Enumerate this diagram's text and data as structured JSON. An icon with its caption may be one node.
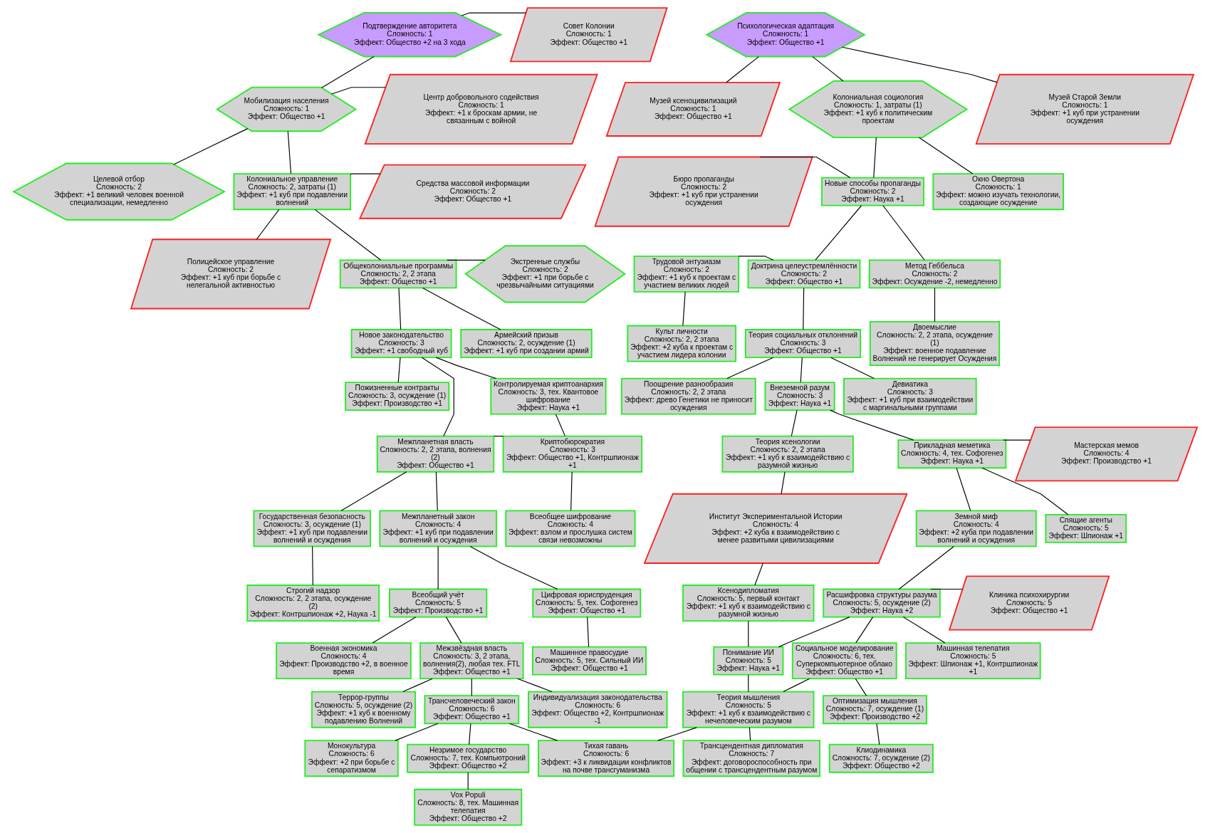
{
  "diagram": {
    "nodes": [
      {
        "text": [
          "Подтверждение авторитета",
          "Сложность: 1",
          "Эффект: Общество +2 на 3 хода"
        ]
      },
      {
        "text": [
          "Совет Колонии",
          "Сложность: 1",
          "Эффект: Общество +1"
        ]
      },
      {
        "text": [
          "Мобилизация населения",
          "Сложность: 1",
          "Эффект: Общество +1"
        ]
      },
      {
        "text": [
          "Центр добровольного содействия",
          "Сложность: 1",
          "Эффект: +1 к броскам армии, не связанным с войной"
        ]
      },
      {
        "text": [
          "Целевой отбор",
          "Сложность: 2",
          "Эффект: +1 великий человек военной специализации, немедленно"
        ]
      },
      {
        "text": [
          "Колониальное управление",
          "Сложность: 2, затраты (1)",
          "Эффект: +1 куб при подавлении волнений"
        ]
      },
      {
        "text": [
          "Средства массовой информации",
          "Сложность: 2",
          "Эффект: Общество +1"
        ]
      },
      {
        "text": [
          "Полицейское управление",
          "Сложность: 2",
          "Эффект: +1 куб при борьбе с нелегальной активностью"
        ]
      },
      {
        "text": [
          "Общеколониальные программы",
          "Сложность: 2, 2 этапа",
          "Эффект: Общество +1"
        ]
      },
      {
        "text": [
          "Экстренные службы",
          "Сложность: 2",
          "Эффект: +1 при борьбе с чрезвычайными ситуациями"
        ]
      },
      {
        "text": [
          "Новое законодательство",
          "Сложность: 3",
          "Эффект: +1 свободный куб"
        ]
      },
      {
        "text": [
          "Армейский призыв",
          "Сложность: 2, осуждение (1)",
          "Эффект: +1 куб при создании армий"
        ]
      },
      {
        "text": [
          "Пожизненные контракты",
          "Сложность: 3, осуждение (1)",
          "Эффект: Производство +1"
        ]
      },
      {
        "text": [
          "Контролируемая криптоанархия",
          "Сложность: 3, тех. Квантовое шифрование",
          "Эффект: Наука +1"
        ]
      },
      {
        "text": [
          "Межпланетная власть",
          "Сложность: 2, 2 этапа, волнения (2)",
          "Эффект: Общество +1"
        ]
      },
      {
        "text": [
          "Криптобюрократия",
          "Сложность: 3",
          "Эффект: Общество +1, Контршпионаж +1"
        ]
      },
      {
        "text": [
          "Государственная безопасность",
          "Сложность: 3, осуждение (1)",
          "Эффект: +1 куб при подавлении волнений и осуждения"
        ]
      },
      {
        "text": [
          "Межпланетный закон",
          "Сложность: 4",
          "Эффект: +1 куб при подавлении волнений и осуждения"
        ]
      },
      {
        "text": [
          "Всеобщее шифрование",
          "Сложность: 4",
          "Эффект: взлом и прослушка систем связи невозможны"
        ]
      },
      {
        "text": [
          "Строгий надзор",
          "Сложность: 2, 2 этапа, осуждение (2)",
          "Эффект: Контршпионаж +2, Наука -1"
        ]
      },
      {
        "text": [
          "Всеобщий учёт",
          "Сложность: 5",
          "Эффект: Производство +1"
        ]
      },
      {
        "text": [
          "Цифровая юриспруденция",
          "Сложность: 5, тех. Софогенез",
          "Эффект: Общество +1"
        ]
      },
      {
        "text": [
          "Военная экономика",
          "Сложность: 4",
          "Эффект: Производство +2, в военное время"
        ]
      },
      {
        "text": [
          "Межзвёздная власть",
          "Сложность: 3, 2 этапа, волнения(2), любая тех. FTL",
          "Эффект: Общество +1"
        ]
      },
      {
        "text": [
          "Машинное правосудие",
          "Сложность: 5, тех. Сильный ИИ",
          "Эффект: Общество +1"
        ]
      },
      {
        "text": [
          "Террор-группы",
          "Сложность: 5, осуждение (2)",
          "Эффект: +1 куб к военному подавлению Волнений"
        ]
      },
      {
        "text": [
          "Трансчеловеческий закон",
          "Сложность: 6",
          "Эффект: Общество +1"
        ]
      },
      {
        "text": [
          "Индивидуализация законодательства",
          "Сложность: 6",
          "Эффект: Общество +2, Контршпионаж -1"
        ]
      },
      {
        "text": [
          "Монокультура",
          "Сложность: 6",
          "Эффект: +2 при борьбе с сепаратизмом"
        ]
      },
      {
        "text": [
          "Незримое государство",
          "Сложность: 7, тех. Компьютроний",
          "Эффект: Общество +2"
        ]
      },
      {
        "text": [
          "Тихая гавань",
          "Сложность: 6",
          "Эффект: +3 к ликвидации конфликтов на почве трансгуманизма"
        ]
      },
      {
        "text": [
          "Vox Populi",
          "Сложность: 8, тех. Машинная телепатия",
          "Эффект: Общество +2"
        ]
      },
      {
        "text": [
          "Психологическая адаптация",
          "Сложность: 1",
          "Эффект: Общество +1"
        ]
      },
      {
        "text": [
          "Музей ксеноцивилизаций",
          "Сложность: 1",
          "Эффект: Общество +1"
        ]
      },
      {
        "text": [
          "Колониальная социология",
          "Сложность: 1, затраты (1)",
          "Эффект: +1 куб к политическим проектам"
        ]
      },
      {
        "text": [
          "Музей Старой Земли",
          "Сложность: 1",
          "Эффект: +1 куб при устранении осуждения"
        ]
      },
      {
        "text": [
          "Бюро пропаганды",
          "Сложность: 2",
          "Эффект: +1 куб при устранении осуждения"
        ]
      },
      {
        "text": [
          "Новые способы пропаганды",
          "Сложность: 2",
          "Эффект: Наука +1"
        ]
      },
      {
        "text": [
          "Окно Овертона",
          "Сложность: 1",
          "Эффект: можно изучать технологии, создающие осуждение"
        ]
      },
      {
        "text": [
          "Трудовой энтузиазм",
          "Сложность: 2",
          "Эффект: +1 куб к проектам с участием великих людей"
        ]
      },
      {
        "text": [
          "Доктрина целеустремлённости",
          "Сложность: 2",
          "Эффект: Общество +1"
        ]
      },
      {
        "text": [
          "Метод Геббельса",
          "Сложность: 2",
          "Эффект: Осуждение -2, немедленно"
        ]
      },
      {
        "text": [
          "Культ личности",
          "Сложность: 2, 2 этапа",
          "Эффект: +2 куба к проектам с участием лидера колонии"
        ]
      },
      {
        "text": [
          "Теория социальных отклонений",
          "Сложность: 3",
          "Эффект: Общество +1"
        ]
      },
      {
        "text": [
          "Двоемыслие",
          "Сложность: 2, 2 этапа, осуждение (1)",
          "Эффект: военное подавление Волнений не генерирует Осуждения"
        ]
      },
      {
        "text": [
          "Поощрение разнообразия",
          "Сложность: 2, 2 этапа",
          "Эффект: древо Генетики не приносит осуждения"
        ]
      },
      {
        "text": [
          "Внеземной разум",
          "Сложность: 3",
          "Эффект: Наука +1"
        ]
      },
      {
        "text": [
          "Девиатика",
          "Сложность: 3",
          "Эффект: +1 куб при взаимодействии с маргинальными группами"
        ]
      },
      {
        "text": [
          "Теория ксенологии",
          "Сложность: 2, 2 этапа",
          "Эффект: +1 куб к взаимодействию с разумной жизнью"
        ]
      },
      {
        "text": [
          "Прикладная меметика",
          "Сложность: 4, тех. Софогенез",
          "Эффект: Наука +1"
        ]
      },
      {
        "text": [
          "Мастерская мемов",
          "Сложность: 4",
          "Эффект: Производство +1"
        ]
      },
      {
        "text": [
          "Институт Экспериментальной Истории",
          "Сложность: 4",
          "Эффект: +2 куба к взаимодействию с менее развитыми цивилизациями"
        ]
      },
      {
        "text": [
          "Земной миф",
          "Сложность: 4",
          "Эффект: +2 куба при подавлении волнений и осуждения"
        ]
      },
      {
        "text": [
          "Спящие агенты",
          "Сложность: 5",
          "Эффект: Шпионаж +1"
        ]
      },
      {
        "text": [
          "Ксенодипломатия",
          "Сложность: 5, первый контакт",
          "Эффект: +1 куб к взаимодействию с разумной жизнью"
        ]
      },
      {
        "text": [
          "Расшифровка структуры разума",
          "Сложность: 5, осуждение (2)",
          "Эффект: Наука +2"
        ]
      },
      {
        "text": [
          "Клиника психохирургии",
          "Сложность: 5",
          "Эффект: Общество +1"
        ]
      },
      {
        "text": [
          "Понимание ИИ",
          "Сложность: 5",
          "Эффект: Наука +1"
        ]
      },
      {
        "text": [
          "Социальное моделирование",
          "Сложность: 6, тех. Суперкомпьютерное облако",
          "Эффект: Общество +1"
        ]
      },
      {
        "text": [
          "Машинная телепатия",
          "Сложность: 5",
          "Эффект: Шпионаж +1, Контршпионаж +1"
        ]
      },
      {
        "text": [
          "Теория мышления",
          "Сложность: 5",
          "Эффект: +1 куб к взаимодействию с нечеловеческим разумом"
        ]
      },
      {
        "text": [
          "Оптимизация мышления",
          "Сложность: 7, осуждение (1)",
          "Эффект: Производство +2"
        ]
      },
      {
        "text": [
          "Трансцендентная дипломатия",
          "Сложность: 7",
          "Эффект: договороспособность при общении с трансцендентным разумом"
        ]
      },
      {
        "text": [
          "Клиодинамика",
          "Сложность: 7, осуждение (2)",
          "Эффект: Общество +2"
        ]
      }
    ],
    "edges": [
      {
        "from": 0,
        "to": 1,
        "arrow": "none"
      },
      {
        "from": 0,
        "to": 2,
        "arrow": "none"
      },
      {
        "from": 2,
        "to": 3,
        "arrow": "none"
      },
      {
        "from": 2,
        "to": 4,
        "arrow": "none"
      },
      {
        "from": 2,
        "to": 5,
        "arrow": "none"
      },
      {
        "from": 5,
        "to": 6,
        "arrow": "none"
      },
      {
        "from": 5,
        "to": 7,
        "arrow": "none"
      },
      {
        "from": 5,
        "to": 8,
        "arrow": "none"
      },
      {
        "from": 8,
        "to": 9,
        "arrow": "none"
      },
      {
        "from": 8,
        "to": 10,
        "arrow": "none"
      },
      {
        "from": 8,
        "to": 11,
        "arrow": "none"
      },
      {
        "from": 10,
        "to": 12,
        "arrow": "none"
      },
      {
        "from": 10,
        "to": 13,
        "arrow": "none"
      },
      {
        "from": 10,
        "to": 14,
        "arrow": "none"
      },
      {
        "from": 13,
        "to": 15,
        "arrow": "none"
      },
      {
        "from": 14,
        "to": 15,
        "arrow": "none"
      },
      {
        "from": 15,
        "to": 18,
        "arrow": "none"
      },
      {
        "from": 14,
        "to": 16,
        "arrow": "none"
      },
      {
        "from": 14,
        "to": 17,
        "arrow": "none"
      },
      {
        "from": 16,
        "to": 19,
        "arrow": "none"
      },
      {
        "from": 17,
        "to": 20,
        "arrow": "none"
      },
      {
        "from": 17,
        "to": 21,
        "arrow": "none"
      },
      {
        "from": 21,
        "to": 24,
        "arrow": "none"
      },
      {
        "from": 20,
        "to": 22,
        "arrow": "none"
      },
      {
        "from": 20,
        "to": 23,
        "arrow": "none"
      },
      {
        "from": 23,
        "to": 25,
        "arrow": "none"
      },
      {
        "from": 23,
        "to": 26,
        "arrow": "none"
      },
      {
        "from": 23,
        "to": 27,
        "arrow": "none"
      },
      {
        "from": 26,
        "to": 28,
        "arrow": "none"
      },
      {
        "from": 26,
        "to": 29,
        "arrow": "none"
      },
      {
        "from": 26,
        "to": 30,
        "arrow": "none"
      },
      {
        "from": 29,
        "to": 31,
        "arrow": "none"
      },
      {
        "from": 32,
        "to": 33,
        "arrow": "none"
      },
      {
        "from": 32,
        "to": 34,
        "arrow": "none"
      },
      {
        "from": 32,
        "to": 35,
        "arrow": "none"
      },
      {
        "from": 34,
        "to": 37,
        "arrow": "none"
      },
      {
        "from": 34,
        "to": 38,
        "arrow": "none"
      },
      {
        "from": 37,
        "to": 36,
        "arrow": "none"
      },
      {
        "from": 37,
        "to": 40,
        "arrow": "none"
      },
      {
        "from": 37,
        "to": 41,
        "arrow": "none"
      },
      {
        "from": 40,
        "to": 39,
        "arrow": "none"
      },
      {
        "from": 39,
        "to": 42,
        "arrow": "none"
      },
      {
        "from": 40,
        "to": 43,
        "arrow": "none"
      },
      {
        "from": 41,
        "to": 44,
        "arrow": "none"
      },
      {
        "from": 43,
        "to": 45,
        "arrow": "none"
      },
      {
        "from": 43,
        "to": 46,
        "arrow": "none"
      },
      {
        "from": 43,
        "to": 47,
        "arrow": "none"
      },
      {
        "from": 46,
        "to": 48,
        "arrow": "none"
      },
      {
        "from": 46,
        "to": 49,
        "arrow": "none"
      },
      {
        "from": 48,
        "to": 51,
        "arrow": "none"
      },
      {
        "from": 51,
        "to": 54,
        "arrow": "none"
      },
      {
        "from": 49,
        "to": 50,
        "arrow": "none"
      },
      {
        "from": 49,
        "to": 52,
        "arrow": "none"
      },
      {
        "from": 49,
        "to": 53,
        "arrow": "none"
      },
      {
        "from": 52,
        "to": 55,
        "arrow": "none"
      },
      {
        "from": 55,
        "to": 56,
        "arrow": "none"
      },
      {
        "from": 55,
        "to": 57,
        "arrow": "none"
      },
      {
        "from": 54,
        "to": 57,
        "arrow": "none"
      },
      {
        "from": 55,
        "to": 58,
        "arrow": "none"
      },
      {
        "from": 55,
        "to": 59,
        "arrow": "none"
      },
      {
        "from": 57,
        "to": 60,
        "arrow": "none"
      },
      {
        "from": 58,
        "to": 60,
        "arrow": "none"
      },
      {
        "from": 58,
        "to": 61,
        "arrow": "none"
      },
      {
        "from": 60,
        "to": 62,
        "arrow": "none"
      },
      {
        "from": 61,
        "to": 63,
        "arrow": "none"
      },
      {
        "from": 60,
        "to": 30,
        "arrow": "none"
      }
    ]
  }
}
